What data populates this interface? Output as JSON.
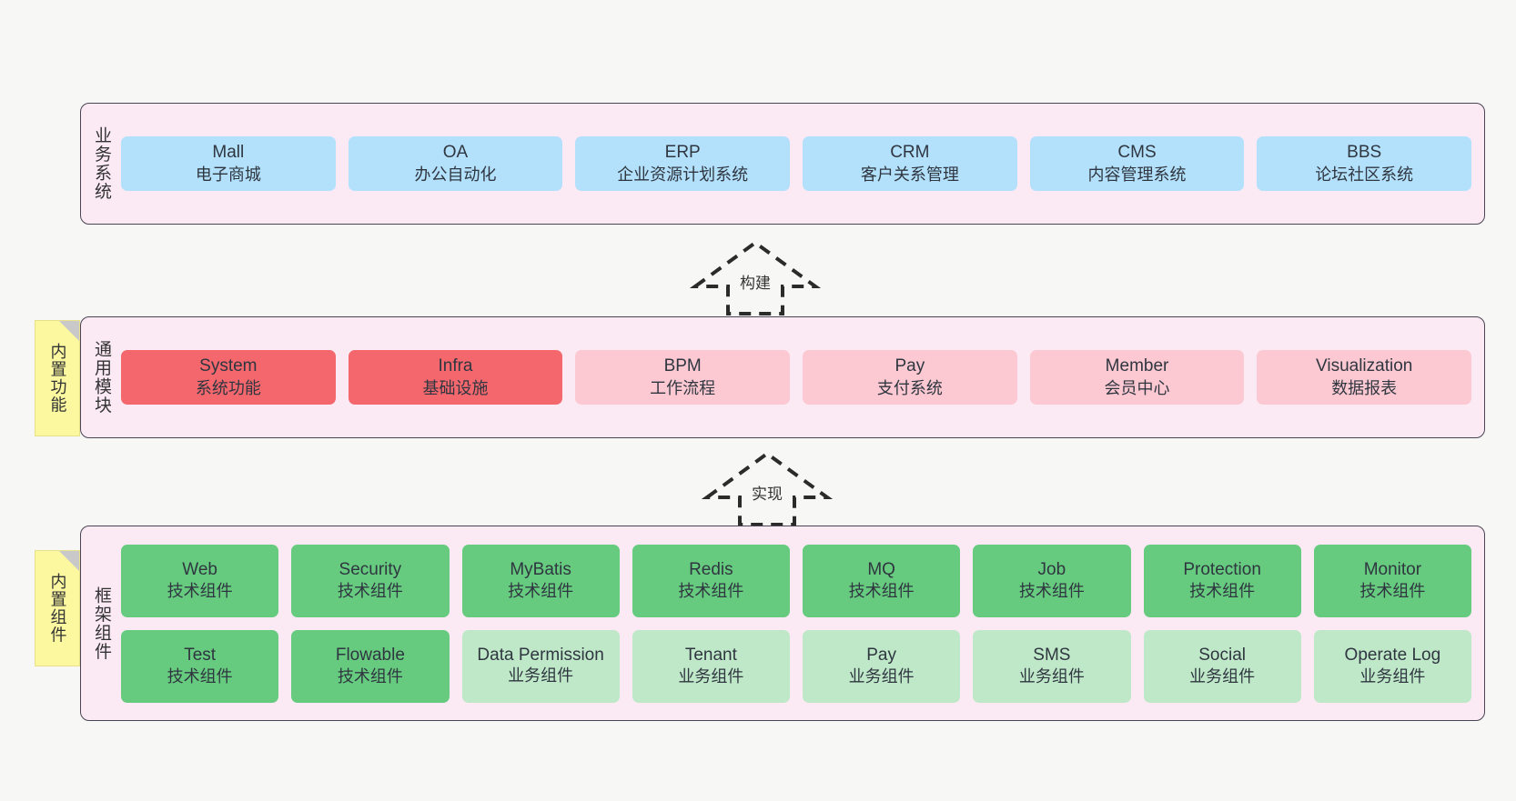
{
  "diagram": {
    "background_color": "#f7f7f5",
    "panel_color": "#fbeaf4",
    "panel_border_color": "#4a4453",
    "note_color": "#fbf8a0"
  },
  "layers": [
    {
      "id": "business-systems",
      "title": "业务系统",
      "note": null,
      "rows": [
        {
          "cards": [
            {
              "name": "Mall",
              "sub": "电子商城",
              "color": "#b3e0fb",
              "variant": "c-blue"
            },
            {
              "name": "OA",
              "sub": "办公自动化",
              "color": "#b3e0fb",
              "variant": "c-blue"
            },
            {
              "name": "ERP",
              "sub": "企业资源计划系统",
              "color": "#b3e0fb",
              "variant": "c-blue"
            },
            {
              "name": "CRM",
              "sub": "客户关系管理",
              "color": "#b3e0fb",
              "variant": "c-blue"
            },
            {
              "name": "CMS",
              "sub": "内容管理系统",
              "color": "#b3e0fb",
              "variant": "c-blue"
            },
            {
              "name": "BBS",
              "sub": "论坛社区系统",
              "color": "#b3e0fb",
              "variant": "c-blue"
            }
          ]
        }
      ]
    },
    {
      "id": "common-modules",
      "title": "通用模块",
      "note": "内置功能",
      "rows": [
        {
          "cards": [
            {
              "name": "System",
              "sub": "系统功能",
              "color": "#f4676d",
              "variant": "c-red"
            },
            {
              "name": "Infra",
              "sub": "基础设施",
              "color": "#f4676d",
              "variant": "c-red"
            },
            {
              "name": "BPM",
              "sub": "工作流程",
              "color": "#fcc9d2",
              "variant": "c-pink"
            },
            {
              "name": "Pay",
              "sub": "支付系统",
              "color": "#fcc9d2",
              "variant": "c-pink"
            },
            {
              "name": "Member",
              "sub": "会员中心",
              "color": "#fcc9d2",
              "variant": "c-pink"
            },
            {
              "name": "Visualization",
              "sub": "数据报表",
              "color": "#fcc9d2",
              "variant": "c-pink"
            }
          ]
        }
      ]
    },
    {
      "id": "framework-components",
      "title": "框架组件",
      "note": "内置组件",
      "rows": [
        {
          "cards": [
            {
              "name": "Web",
              "sub": "技术组件",
              "color": "#66cb7f",
              "variant": "c-green"
            },
            {
              "name": "Security",
              "sub": "技术组件",
              "color": "#66cb7f",
              "variant": "c-green"
            },
            {
              "name": "MyBatis",
              "sub": "技术组件",
              "color": "#66cb7f",
              "variant": "c-green"
            },
            {
              "name": "Redis",
              "sub": "技术组件",
              "color": "#66cb7f",
              "variant": "c-green"
            },
            {
              "name": "MQ",
              "sub": "技术组件",
              "color": "#66cb7f",
              "variant": "c-green"
            },
            {
              "name": "Job",
              "sub": "技术组件",
              "color": "#66cb7f",
              "variant": "c-green"
            },
            {
              "name": "Protection",
              "sub": "技术组件",
              "color": "#66cb7f",
              "variant": "c-green"
            },
            {
              "name": "Monitor",
              "sub": "技术组件",
              "color": "#66cb7f",
              "variant": "c-green"
            }
          ]
        },
        {
          "cards": [
            {
              "name": "Test",
              "sub": "技术组件",
              "color": "#66cb7f",
              "variant": "c-green"
            },
            {
              "name": "Flowable",
              "sub": "技术组件",
              "color": "#66cb7f",
              "variant": "c-green"
            },
            {
              "name": "Data Permission",
              "sub": "业务组件",
              "color": "#bfe8c9",
              "variant": "c-lightgreen"
            },
            {
              "name": "Tenant",
              "sub": "业务组件",
              "color": "#bfe8c9",
              "variant": "c-lightgreen"
            },
            {
              "name": "Pay",
              "sub": "业务组件",
              "color": "#bfe8c9",
              "variant": "c-lightgreen"
            },
            {
              "name": "SMS",
              "sub": "业务组件",
              "color": "#bfe8c9",
              "variant": "c-lightgreen"
            },
            {
              "name": "Social",
              "sub": "业务组件",
              "color": "#bfe8c9",
              "variant": "c-lightgreen"
            },
            {
              "name": "Operate Log",
              "sub": "业务组件",
              "color": "#bfe8c9",
              "variant": "c-lightgreen"
            }
          ]
        }
      ]
    }
  ],
  "arrows": [
    {
      "id": "build",
      "label": "构建",
      "direction": "up",
      "style": "dashed-hollow"
    },
    {
      "id": "implement",
      "label": "实现",
      "direction": "up",
      "style": "dashed-hollow"
    }
  ]
}
